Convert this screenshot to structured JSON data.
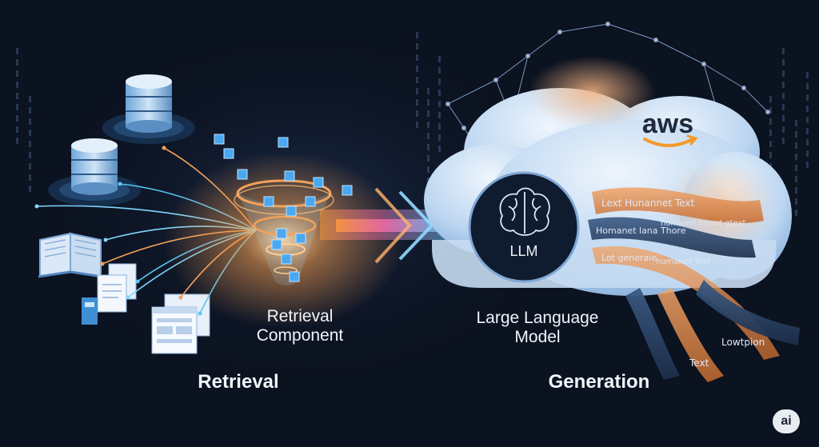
{
  "labels": {
    "retrieval_component": [
      "Retrieval",
      "Component"
    ],
    "retrieval": "Retrieval",
    "llm": "LLM",
    "large_language_model": [
      "Large Language",
      "Model"
    ],
    "generation": "Generation",
    "aws": "aws",
    "badge": "ai"
  },
  "stream_text": [
    "Lext Hunannet Text",
    "Homanet lana Thore",
    "homanet bnnnt gtext",
    "Lot generaie",
    "humanet Text",
    "Lowtpion",
    "Text"
  ],
  "colors": {
    "background": "#0b1220",
    "accent_orange": "#f39a4a",
    "accent_blue": "#58c6f5",
    "cloud": "#cfe2f6"
  },
  "icons": [
    "database-icon",
    "book-icon",
    "document-icon",
    "funnel-icon",
    "brain-icon",
    "cloud-icon",
    "aws-logo"
  ]
}
